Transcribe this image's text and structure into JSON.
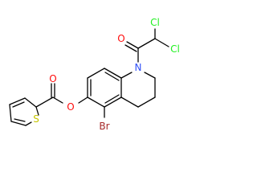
{
  "structure": {
    "atoms": {
      "carbonyl_o": {
        "label": "O"
      },
      "ester_o": {
        "label": "O"
      },
      "thiophene_s": {
        "label": "S"
      },
      "ring_n": {
        "label": "N"
      },
      "bromine": {
        "label": "Br"
      },
      "acyl_o": {
        "label": "O"
      },
      "chlorine_1": {
        "label": "Cl"
      },
      "chlorine_2": {
        "label": "Cl"
      }
    },
    "colors": {
      "O": "#ff0d0d",
      "S": "#c6c600",
      "N": "#3050f8",
      "Br": "#a62929",
      "Cl": "#1ff01f",
      "bond": "#000000"
    }
  }
}
